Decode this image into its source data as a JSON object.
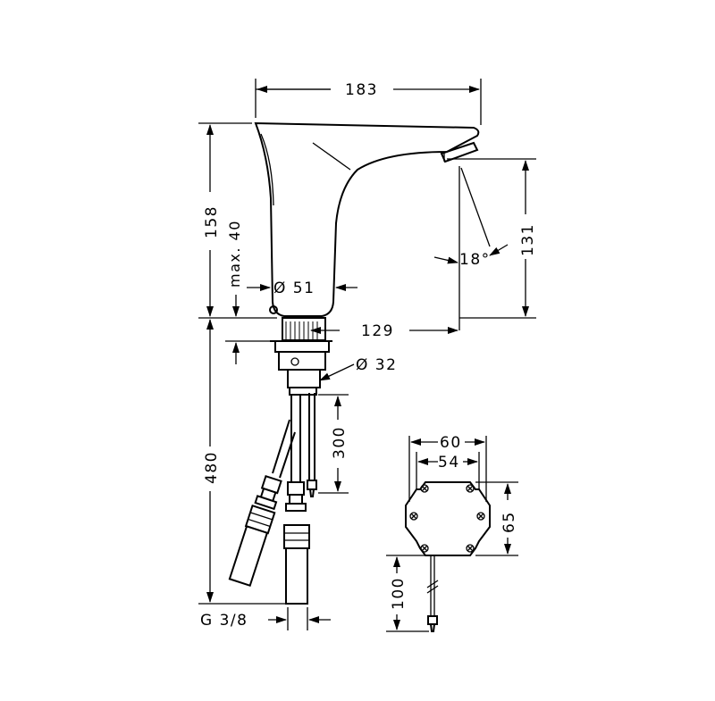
{
  "dimensions": {
    "spout_length": "183",
    "height": "158",
    "max_deck_thickness": "max. 40",
    "base_diameter": "Ø 51",
    "angle": "18°",
    "outlet_height": "131",
    "projection": "129",
    "hole_diameter": "Ø 32",
    "hose_length": "480",
    "cable_length": "300",
    "thread": "G 3/8",
    "box_width_outer": "60",
    "box_width_inner": "54",
    "box_height": "65",
    "box_cable_length": "100"
  },
  "colors": {
    "line": "#000000",
    "background": "#ffffff"
  }
}
